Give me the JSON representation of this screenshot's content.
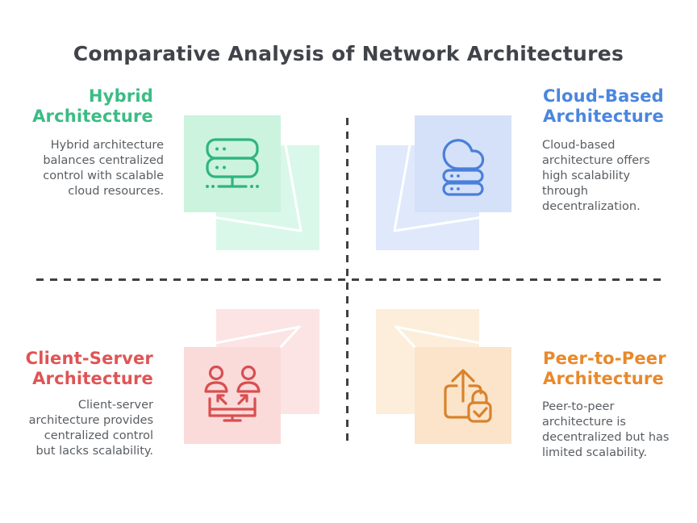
{
  "header": {
    "title": "Comparative Analysis of Network Architectures",
    "title_color": "#404349"
  },
  "divider": {
    "style": "dashed",
    "color": "#3f4042"
  },
  "quadrants": [
    {
      "id": "hybrid",
      "title": "Hybrid Architecture",
      "description": "Hybrid architecture balances centralized control with scalable cloud resources.",
      "accent": "#3bbc84",
      "icon": "server-icon",
      "icon_stroke": "#2fb57d",
      "square_fill": "#cbf3de",
      "square_back_fill": "#d9f8e9"
    },
    {
      "id": "cloud-based",
      "title": "Cloud-Based Architecture",
      "description": "Cloud-based architecture offers high scalability through decentralization.",
      "accent": "#4a86e0",
      "icon": "cloud-server-icon",
      "icon_stroke": "#4a7fd9",
      "square_fill": "#d4e1f8",
      "square_back_fill": "#dfe9fb"
    },
    {
      "id": "client-server",
      "title": "Client-Server Architecture",
      "description": "Client-server architecture provides centralized control but lacks scalability.",
      "accent": "#e05454",
      "icon": "users-monitor-icon",
      "icon_stroke": "#d94f4f",
      "square_fill": "#fbdada",
      "square_back_fill": "#fce4e4"
    },
    {
      "id": "peer-to-peer",
      "title": "Peer-to-Peer Architecture",
      "description": "Peer-to-peer architecture is decentralized but has limited scalability.",
      "accent": "#e8892b",
      "icon": "upload-lock-icon",
      "icon_stroke": "#d8832d",
      "square_fill": "#fbe4ca",
      "square_back_fill": "#fceedb"
    }
  ],
  "body_text_color": "#595d62"
}
